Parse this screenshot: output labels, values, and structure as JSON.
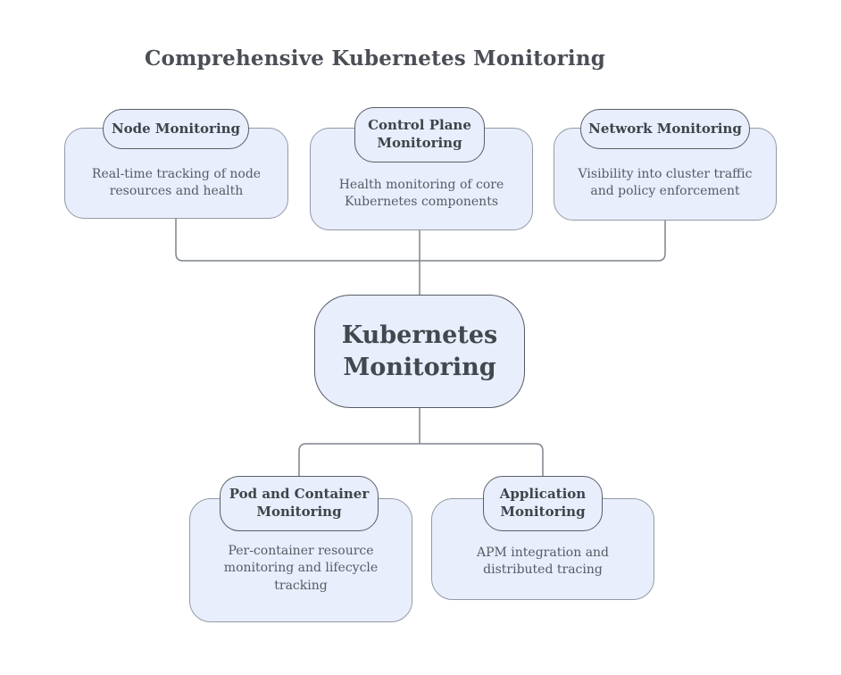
{
  "title": "Comprehensive Kubernetes Monitoring",
  "center_node": {
    "label": "Kubernetes Monitoring"
  },
  "branches": [
    {
      "id": "node-monitoring",
      "title": "Node Monitoring",
      "description": "Real-time tracking of node resources and health"
    },
    {
      "id": "control-plane-monitoring",
      "title": "Control Plane Monitoring",
      "description": "Health monitoring of core Kubernetes components"
    },
    {
      "id": "network-monitoring",
      "title": "Network Monitoring",
      "description": "Visibility into cluster traffic and policy enforcement"
    },
    {
      "id": "pod-and-container-monitoring",
      "title": "Pod and Container Monitoring",
      "description": "Per-container resource monitoring and lifecycle tracking"
    },
    {
      "id": "application-monitoring",
      "title": "Application Monitoring",
      "description": "APM integration and distributed tracing"
    }
  ],
  "colors": {
    "node_fill": "#e8eefb",
    "outer_border": "#939aa5",
    "badge_border": "#5a5f67",
    "center_border": "#565b63",
    "connector": "#7f848c",
    "title_text": "#4a4e55",
    "heading_text": "#3f444b",
    "body_text": "#565b63",
    "background": "#ffffff"
  }
}
